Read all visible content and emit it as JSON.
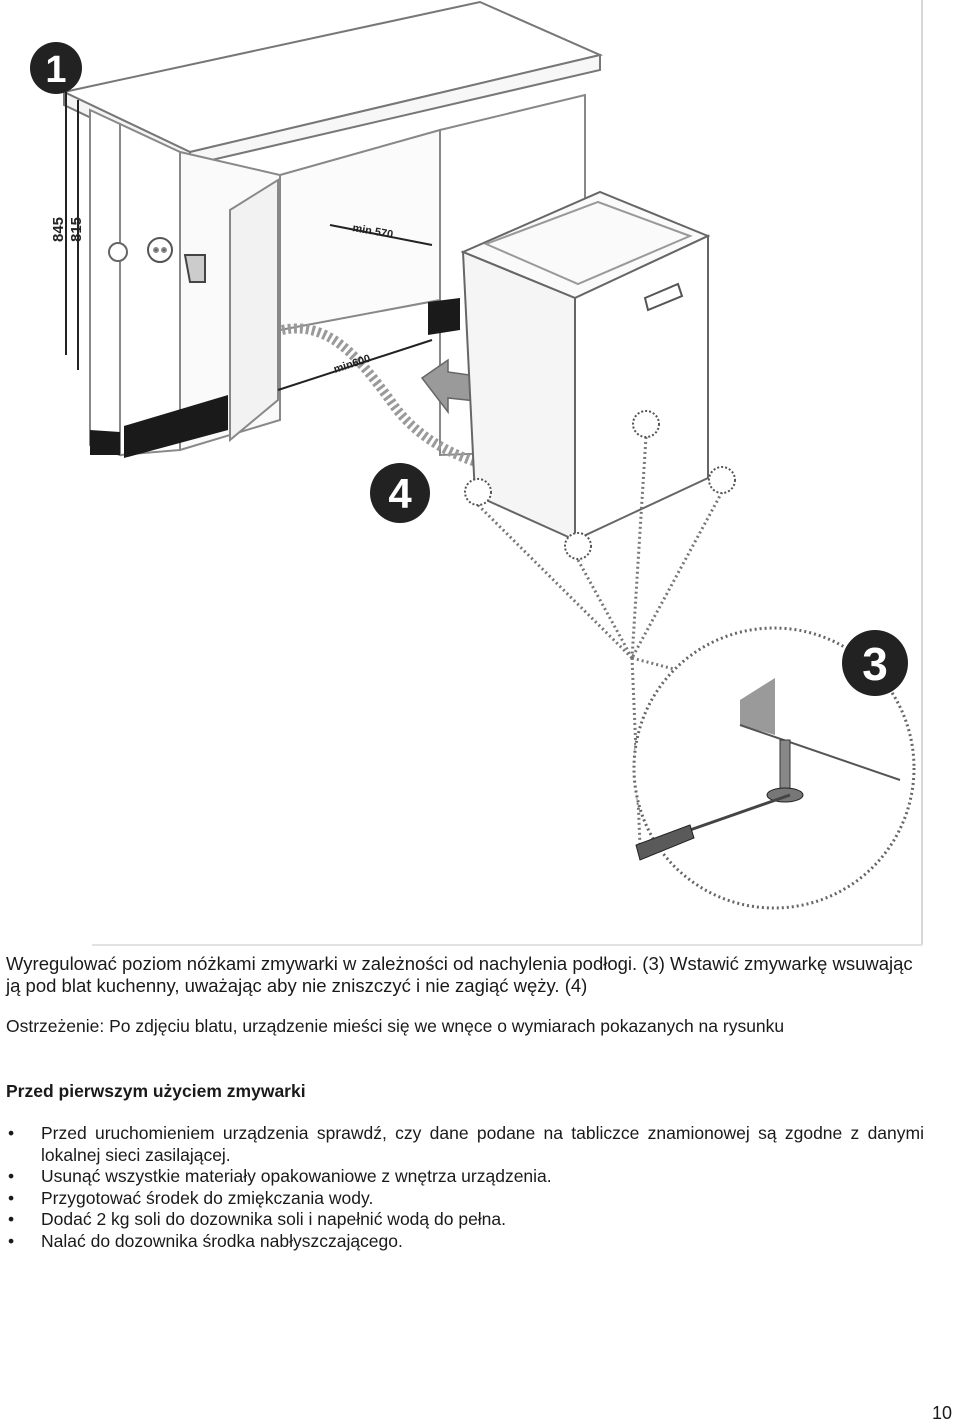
{
  "figure": {
    "markers": [
      "1",
      "3",
      "4"
    ],
    "dimensions": {
      "outer_height": "845",
      "inner_height": "815",
      "min_depth": "min 570",
      "min_width": "min600"
    }
  },
  "paragraphs": {
    "p1": "Wyregulować poziom nóżkami zmywarki w zależności od nachylenia podłogi. (3) Wstawić zmywarkę wsuwając ją pod blat kuchenny, uważając aby nie zniszczyć i nie zagiąć węży. (4)",
    "p2": "Ostrzeżenie: Po zdjęciu blatu, urządzenie mieści się we wnęce o wymiarach pokazanych na rysunku"
  },
  "section": {
    "heading": "Przed pierwszym użyciem zmywarki",
    "bullet_symbol": "•",
    "bullets": [
      "Przed uruchomieniem urządzenia sprawdź, czy dane podane na tabliczce znamionowej są zgodne z danymi lokalnej sieci zasilającej.",
      "Usunąć wszystkie materiały opakowaniowe z wnętrza urządzenia.",
      "Przygotować środek do zmiękczania wody.",
      "Dodać 2 kg soli do dozownika soli i napełnić wodą do pełna.",
      "Nalać do dozownika środka nabłyszczającego."
    ]
  },
  "page_number": "10"
}
